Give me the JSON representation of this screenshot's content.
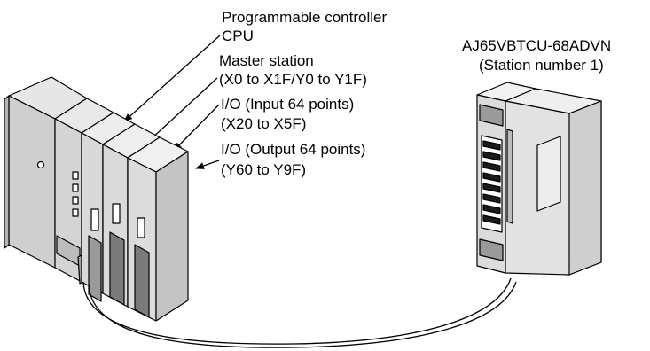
{
  "callouts": {
    "cpu": {
      "line1": "Programmable controller",
      "line2": "CPU"
    },
    "master": {
      "line1": "Master station",
      "line2": "(X0 to X1F/Y0 to Y1F)"
    },
    "input": {
      "line1": "I/O (Input 64 points)",
      "line2": "(X20 to X5F)"
    },
    "output": {
      "line1": "I/O (Output 64 points)",
      "line2": "(Y60 to Y9F)"
    }
  },
  "remote_module": {
    "model": "AJ65VBTCU-68ADVN",
    "station": "(Station number 1)"
  }
}
